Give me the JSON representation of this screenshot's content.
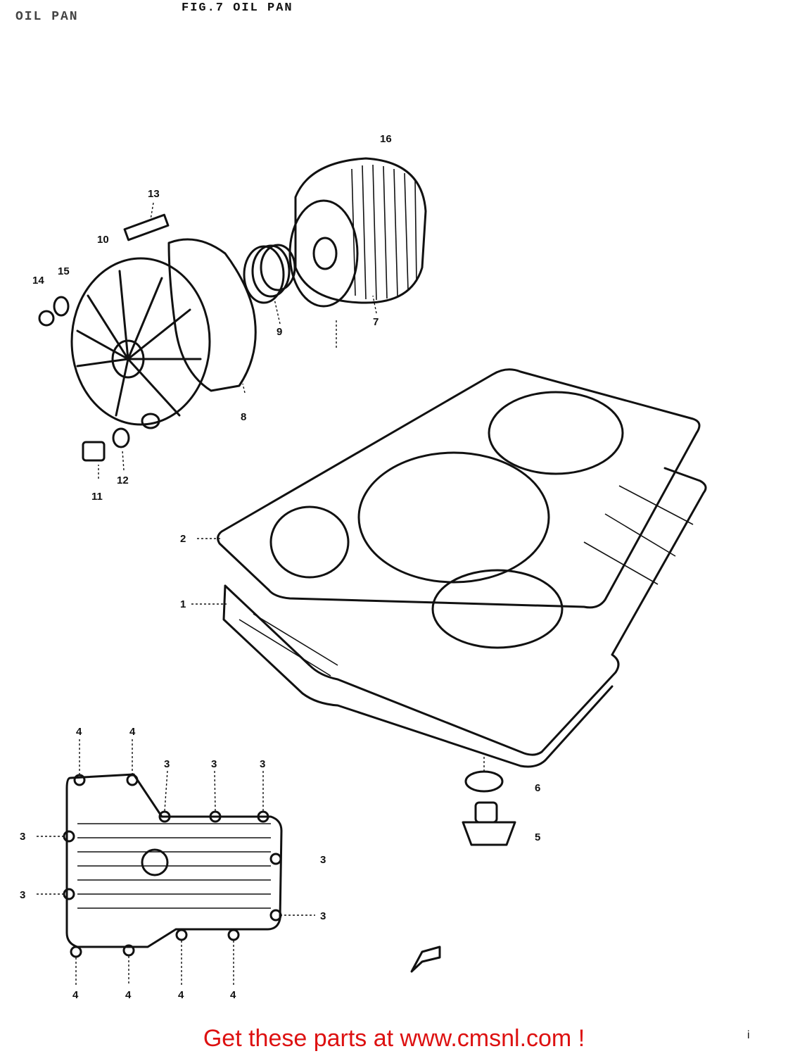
{
  "header": {
    "left_label": "OIL PAN",
    "figure_label": "FIG.7  OIL PAN"
  },
  "callouts": {
    "c1": "1",
    "c2": "2",
    "c3": "3",
    "c4": "4",
    "c5": "5",
    "c6": "6",
    "c7": "7",
    "c8": "8",
    "c9": "9",
    "c10": "10",
    "c11": "11",
    "c12": "12",
    "c13": "13",
    "c14": "14",
    "c15": "15",
    "c16": "16"
  },
  "footer": {
    "link_text": "Get these parts at www.cmsnl.com !",
    "page_mark": "i"
  },
  "colors": {
    "footer_text": "#dd1111",
    "line_art": "#111111"
  }
}
